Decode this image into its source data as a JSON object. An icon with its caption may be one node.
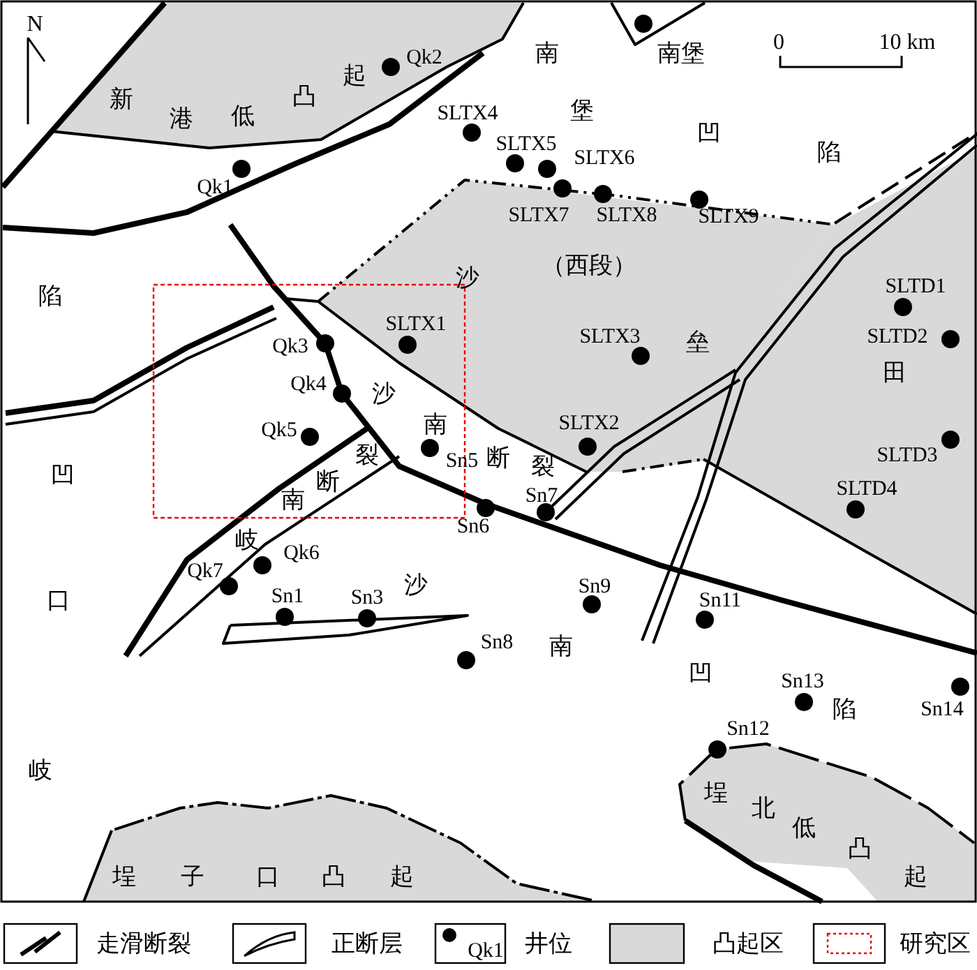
{
  "diagram": {
    "labels": [
      "N",
      "0",
      "10 km",
      "Qk2",
      "南",
      "南堡",
      "起",
      "新",
      "凸",
      "港",
      "低",
      "SLTX4",
      "堡",
      "凹",
      "SLTX5",
      "SLTX6",
      "陷",
      "Qk1",
      "SLTX7",
      "SLTX8",
      "SLTX9",
      "沙",
      "（西段）",
      "陷",
      "SLTD1",
      "SLTX1",
      "Qk3",
      "SLTX3",
      "垒",
      "SLTD2",
      "田",
      "Qk4",
      "沙",
      "Qk5",
      "南",
      "SLTX2",
      "裂",
      "Sn5",
      "断",
      "裂",
      "SLTD3",
      "凹",
      "断",
      "Sn7",
      "SLTD4",
      "南",
      "Sn6",
      "岐",
      "Qk6",
      "Qk7",
      "沙",
      "Sn9",
      "口",
      "Sn1",
      "Sn3",
      "Sn11",
      "Sn8",
      "南",
      "凹",
      "Sn13",
      "陷",
      "Sn14",
      "Sn12",
      "岐",
      "埕",
      "北",
      "低",
      "凸",
      "埕",
      "子",
      "口",
      "凸",
      "起",
      "起",
      "Qk1"
    ],
    "legend": [
      {
        "text": "走滑断裂"
      },
      {
        "text": "正断层"
      },
      {
        "text": "井位"
      },
      {
        "text": "凸起区",
        "color": "#d9d9d9"
      },
      {
        "text": "研究区"
      }
    ]
  }
}
